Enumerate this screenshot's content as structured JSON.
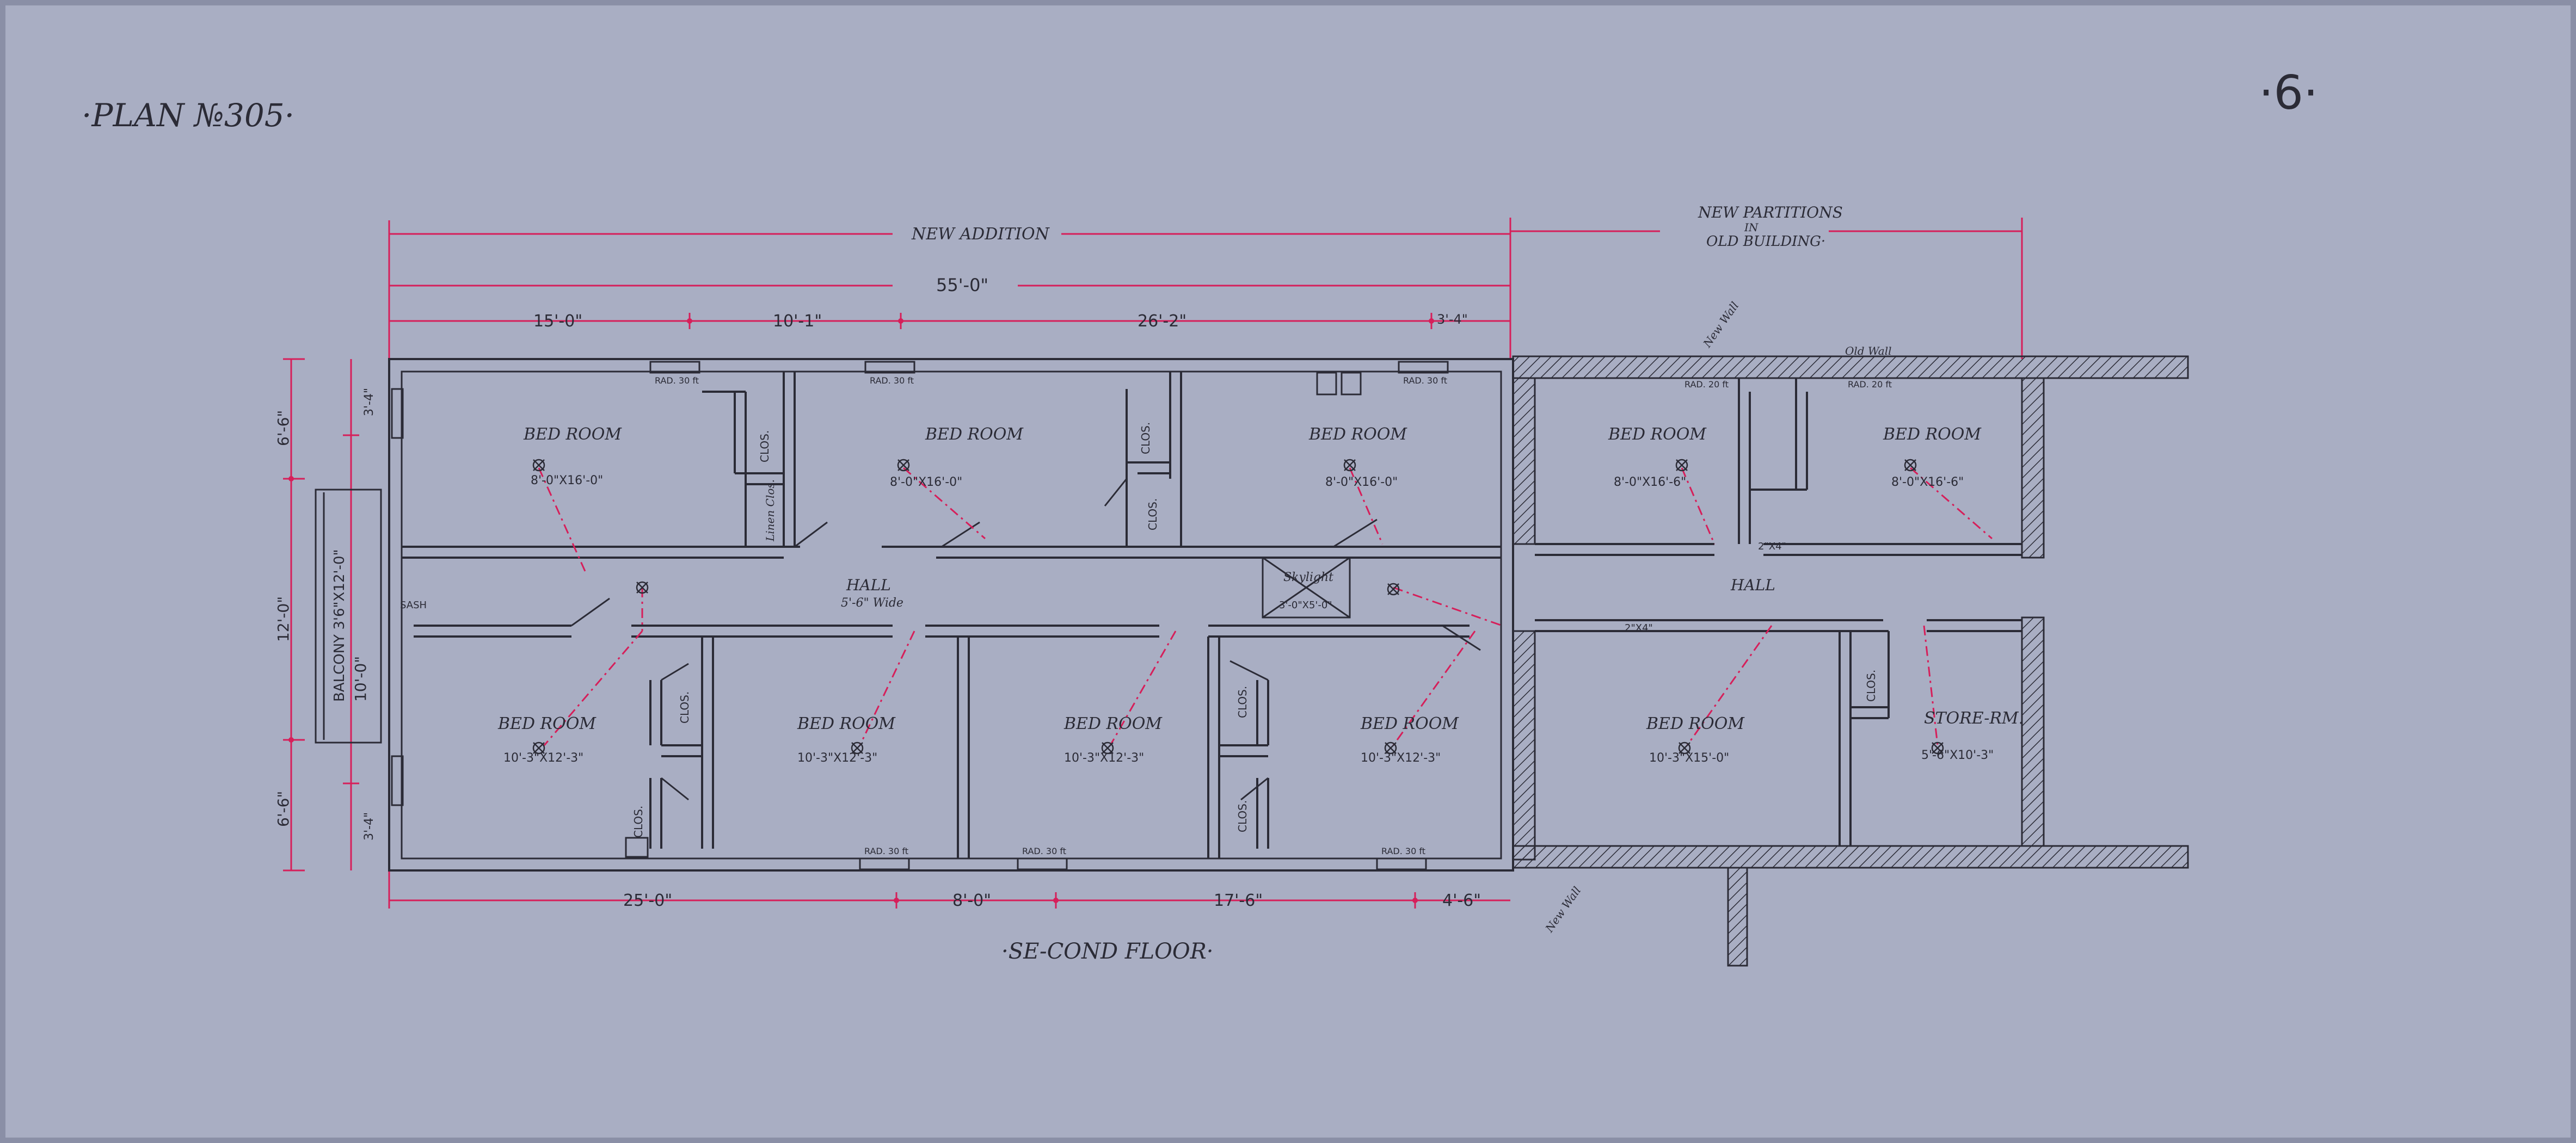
{
  "header": {
    "plan_number": "·PLAN №305·",
    "sheet_number": "·6·"
  },
  "title": "·SE-COND FLOOR·",
  "sections": {
    "new_addition": "NEW ADDITION",
    "new_partitions_l1": "NEW PARTITIONS",
    "new_partitions_l2": "IN",
    "new_partitions_l3": "OLD BUILDING·"
  },
  "dimensions": {
    "overall": "55'-0\"",
    "top": [
      "15'-0\"",
      "10'-1\"",
      "26'-2\"",
      "3'-4\""
    ],
    "bottom": [
      "25'-0\"",
      "8'-0\"",
      "17'-6\"",
      "4'-6\""
    ],
    "left": [
      "6'-6\"",
      "3'-4\"",
      "12'-0\"",
      "10'-0\"",
      "6'-6\"",
      "3'-4\""
    ]
  },
  "balcony": "BALCONY 3'6\"X12'-0\"",
  "rooms": [
    {
      "name": "BED ROOM",
      "size": "8'-0\"X16'-0\""
    },
    {
      "name": "BED ROOM",
      "size": "8'-0\"X16'-0\""
    },
    {
      "name": "BED ROOM",
      "size": "8'-0\"X16'-0\""
    },
    {
      "name": "BED ROOM",
      "size": "8'-0\"X16'-6\""
    },
    {
      "name": "BED ROOM",
      "size": "8'-0\"X16'-6\""
    },
    {
      "name": "BED ROOM",
      "size": "10'-3\"X12'-3\""
    },
    {
      "name": "BED ROOM",
      "size": "10'-3\"X12'-3\""
    },
    {
      "name": "BED ROOM",
      "size": "10'-3\"X12'-3\""
    },
    {
      "name": "BED ROOM",
      "size": "10'-3\"X12'-3\""
    },
    {
      "name": "BED ROOM",
      "size": "10'-3\"X15'-0\""
    },
    {
      "name": "STORE-RM.",
      "size": "5'-6\"X10'-3\""
    }
  ],
  "halls": [
    {
      "name": "HALL",
      "size": "5'-6\" Wide"
    },
    {
      "name": "HALL",
      "size": ""
    }
  ],
  "skylight": {
    "name": "Skylight",
    "size": "3'-0\"X5'-0\""
  },
  "labels": {
    "clos": "CLOS.",
    "linen_clos": "Linen Clos.",
    "new_wall": "New Wall",
    "old_wall": "Old Wall",
    "sash": "SASH",
    "partition": "2\"X4\""
  },
  "radiators": [
    "RAD. 30 ft",
    "RAD. 30 ft",
    "RAD. 30 ft",
    "RAD. 20 ft",
    "RAD. 20 ft",
    "RAD. 30 ft",
    "RAD. 30 ft",
    "RAD. 30 ft"
  ],
  "colors": {
    "paper": "#a9aec3",
    "ink": "#2b2b36",
    "dimension": "#d61f5a"
  }
}
